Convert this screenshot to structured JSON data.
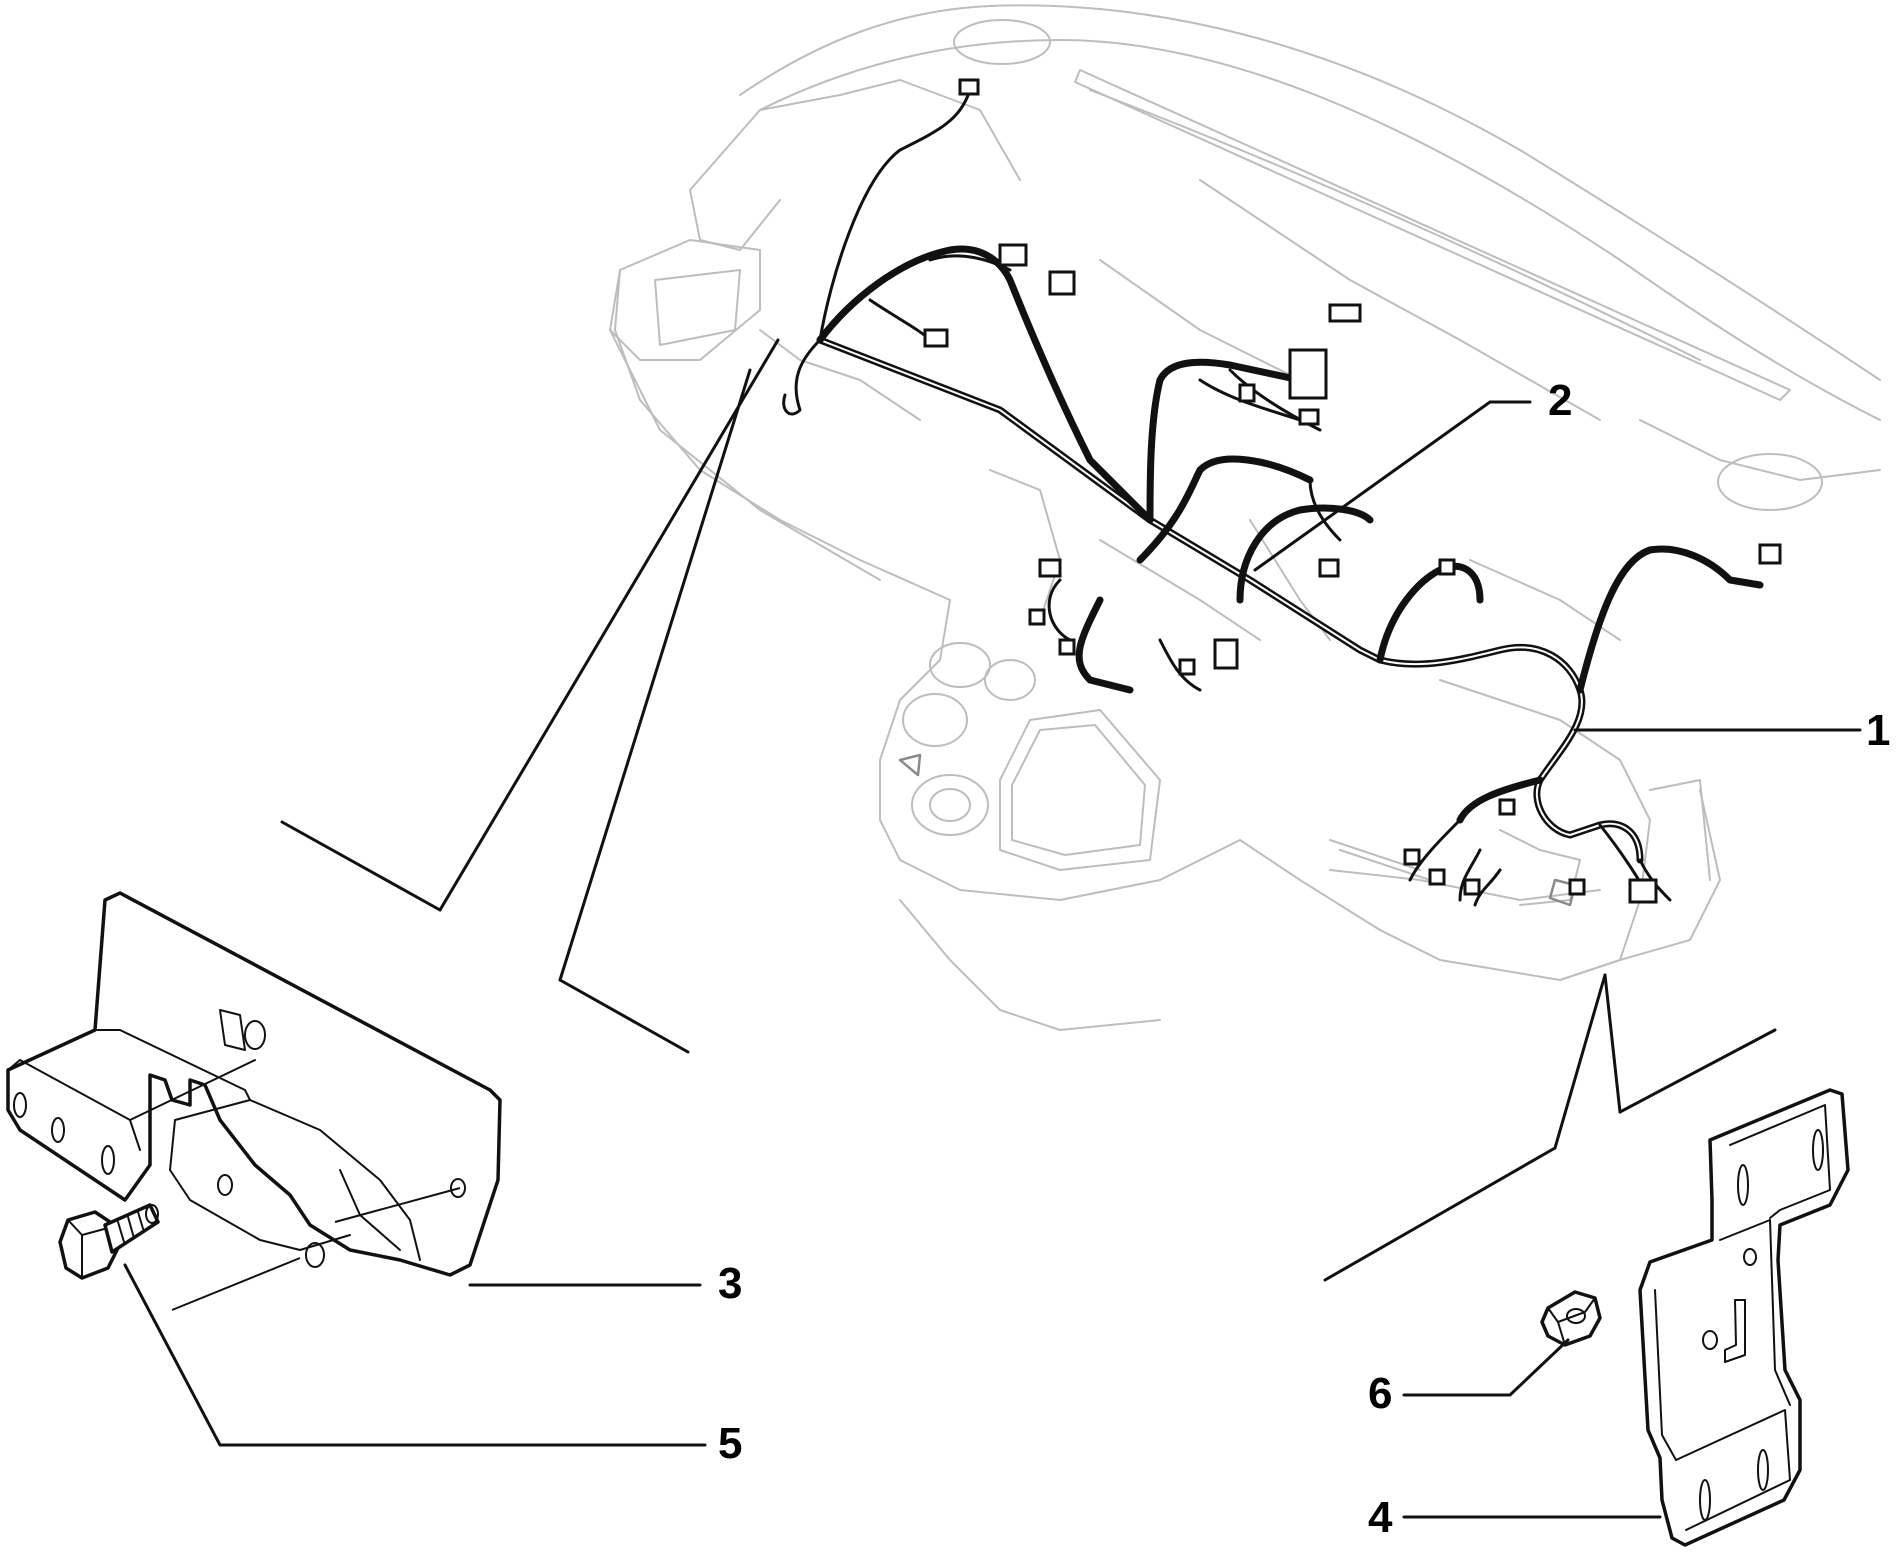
{
  "callouts": {
    "c1": "1",
    "c2": "2",
    "c3": "3",
    "c4": "4",
    "c5": "5",
    "c6": "6"
  },
  "parts": [
    {
      "number": "1",
      "item": "dashboard-wiring-harness"
    },
    {
      "number": "2",
      "item": "harness-connector-clip"
    },
    {
      "number": "3",
      "item": "left-mounting-bracket"
    },
    {
      "number": "4",
      "item": "right-mounting-plate"
    },
    {
      "number": "5",
      "item": "hex-bolt"
    },
    {
      "number": "6",
      "item": "hex-nut"
    }
  ],
  "colors": {
    "line": "#111111",
    "ghost": "#bdbdbd",
    "background": "#ffffff"
  }
}
